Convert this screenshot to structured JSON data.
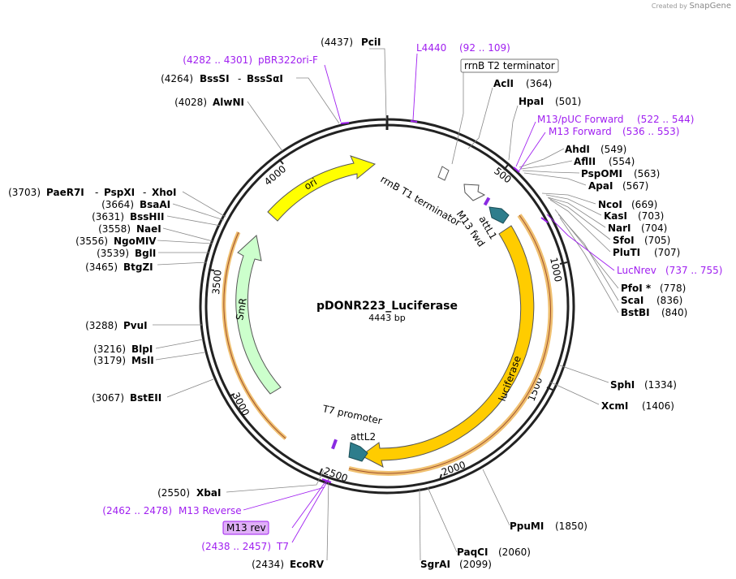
{
  "credit": {
    "prefix": "Created by",
    "brand": "SnapGene"
  },
  "plasmid": {
    "name": "pDONR223_Luciferase",
    "size_label": "4443 bp"
  },
  "colors": {
    "enzyme_text": "#000000",
    "number_text": "#000000",
    "primer": "#a020f0",
    "feature_ori": "#ffff00",
    "feature_orf": "#ffcc00",
    "feature_smr": "#ccffcc",
    "feature_att": "#2e7d8c",
    "orf_outline": "#f5b86a"
  },
  "ticks": [
    {
      "label": "500"
    },
    {
      "label": "1000"
    },
    {
      "label": "1500"
    },
    {
      "label": "2000"
    },
    {
      "label": "2500"
    },
    {
      "label": "3000"
    },
    {
      "label": "3500"
    },
    {
      "label": "4000"
    }
  ],
  "enzymes": [
    {
      "name": "PciI",
      "pos": "(4437)"
    },
    {
      "name": "BssSI",
      "name2": "BssSαI",
      "pos": "(4264)"
    },
    {
      "name": "AlwNI",
      "pos": "(4028)"
    },
    {
      "name": "PaeR7I",
      "name2": "PspXI",
      "name3": "XhoI",
      "pos": "(3703)"
    },
    {
      "name": "BsaAI",
      "pos": "(3664)"
    },
    {
      "name": "BssHII",
      "pos": "(3631)"
    },
    {
      "name": "NaeI",
      "pos": "(3558)"
    },
    {
      "name": "NgoMIV",
      "pos": "(3556)"
    },
    {
      "name": "BglI",
      "pos": "(3539)"
    },
    {
      "name": "BtgZI",
      "pos": "(3465)"
    },
    {
      "name": "PvuI",
      "pos": "(3288)"
    },
    {
      "name": "BlpI",
      "pos": "(3216)"
    },
    {
      "name": "MslI",
      "pos": "(3179)"
    },
    {
      "name": "BstEII",
      "pos": "(3067)"
    },
    {
      "name": "XbaI",
      "pos": "(2550)"
    },
    {
      "name": "EcoRV",
      "pos": "(2434)"
    },
    {
      "name": "SgrAI",
      "pos": "(2099)"
    },
    {
      "name": "PaqCI",
      "pos": "(2060)"
    },
    {
      "name": "PpuMI",
      "pos": "(1850)"
    },
    {
      "name": "XcmI",
      "pos": "(1406)"
    },
    {
      "name": "SphI",
      "pos": "(1334)"
    },
    {
      "name": "BstBI",
      "pos": "(840)"
    },
    {
      "name": "ScaI",
      "pos": "(836)"
    },
    {
      "name": "PfoI *",
      "pos": "(778)"
    },
    {
      "name": "PluTI",
      "pos": "(707)"
    },
    {
      "name": "SfoI",
      "pos": "(705)"
    },
    {
      "name": "NarI",
      "pos": "(704)"
    },
    {
      "name": "KasI",
      "pos": "(703)"
    },
    {
      "name": "NcoI",
      "pos": "(669)"
    },
    {
      "name": "ApaI",
      "pos": "(567)"
    },
    {
      "name": "PspOMI",
      "pos": "(563)"
    },
    {
      "name": "AflII",
      "pos": "(554)"
    },
    {
      "name": "AhdI",
      "pos": "(549)"
    },
    {
      "name": "HpaI",
      "pos": "(501)"
    },
    {
      "name": "AclI",
      "pos": "(364)"
    }
  ],
  "primers": [
    {
      "name": "pBR322ori-F",
      "range": "(4282 .. 4301)"
    },
    {
      "name": "L4440",
      "range": "(92 .. 109)"
    },
    {
      "name": "M13/pUC Forward",
      "range": "(522 .. 544)"
    },
    {
      "name": "M13 Forward",
      "range": "(536 .. 553)"
    },
    {
      "name": "LucNrev",
      "range": "(737 .. 755)"
    },
    {
      "name": "M13 Reverse",
      "range": "(2462 .. 2478)"
    },
    {
      "name": "M13 rev"
    },
    {
      "name": "T7",
      "range": "(2438 .. 2457)"
    }
  ],
  "features": [
    {
      "name": "ori"
    },
    {
      "name": "SmR"
    },
    {
      "name": "luciferase"
    },
    {
      "name": "attL1"
    },
    {
      "name": "attL2"
    },
    {
      "name": "M13 fwd"
    },
    {
      "name": "rrnB T1 terminator"
    },
    {
      "name": "rrnB T2 terminator"
    },
    {
      "name": "T7 promoter"
    }
  ]
}
